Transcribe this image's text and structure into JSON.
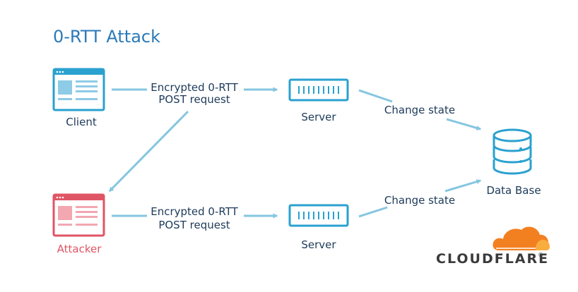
{
  "title": "0-RTT Attack",
  "client": {
    "label": "Client"
  },
  "attacker": {
    "label": "Attacker"
  },
  "server_top": {
    "label": "Server"
  },
  "server_bottom": {
    "label": "Server"
  },
  "database": {
    "label": "Data Base"
  },
  "request_top": {
    "line1": "Encrypted 0-RTT",
    "line2": "POST request"
  },
  "request_bottom": {
    "line1": "Encrypted 0-RTT",
    "line2": "POST request"
  },
  "state_top": {
    "label": "Change state"
  },
  "state_bottom": {
    "label": "Change state"
  },
  "brand": {
    "name": "CLOUDFLARE",
    "trademark": "®"
  },
  "colors": {
    "accent": "#2aa1cf",
    "arrow": "#85c6e0",
    "attacker": "#e05565",
    "text": "#1d3a5a",
    "title": "#2b7ab8",
    "cloud_dark": "#f38020",
    "cloud_light": "#faad3f"
  },
  "icons": [
    "browser-window-icon",
    "server-rack-icon",
    "database-icon",
    "cloudflare-cloud-icon"
  ]
}
